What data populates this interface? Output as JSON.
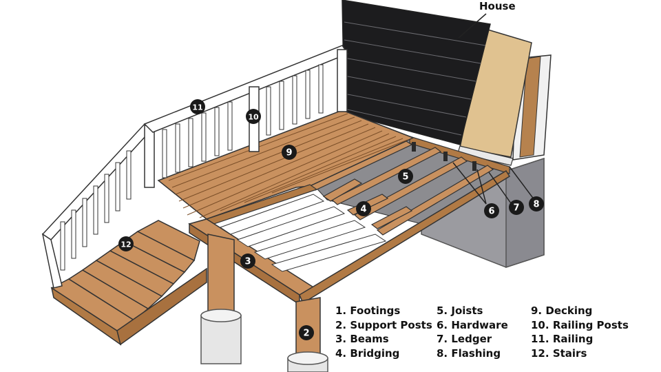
{
  "house_label": "House",
  "legend": [
    [
      {
        "number": "1.",
        "label": "Footings"
      },
      {
        "number": "2.",
        "label": "Support Posts"
      },
      {
        "number": "3.",
        "label": "Beams"
      },
      {
        "number": "4.",
        "label": "Bridging"
      }
    ],
    [
      {
        "number": "5.",
        "label": "Joists"
      },
      {
        "number": "6.",
        "label": "Hardware"
      },
      {
        "number": "7.",
        "label": "Ledger"
      },
      {
        "number": "8.",
        "label": "Flashing"
      }
    ],
    [
      {
        "number": "9.",
        "label": "Decking"
      },
      {
        "number": "10.",
        "label": "Railing Posts"
      },
      {
        "number": "11.",
        "label": "Railing"
      },
      {
        "number": "12.",
        "label": "Stairs"
      }
    ]
  ],
  "callouts": {
    "beams": "3",
    "support_posts": "2",
    "bridging": "4",
    "joists": "5",
    "hardware": "6",
    "ledger": "7",
    "flashing": "8",
    "decking": "9",
    "railing_posts": "10",
    "railing": "11",
    "stairs": "12"
  },
  "colors": {
    "wood": "#c9915f",
    "wood_dark": "#a8713f",
    "house_siding": "#1c1c1e",
    "sheathing": "#e0c290",
    "flashing": "#e9e9e9",
    "foundation": "#9b9ba0",
    "footing": "#e6e6e6",
    "rail": "#ffffff",
    "badge": "#1a1a1a"
  }
}
